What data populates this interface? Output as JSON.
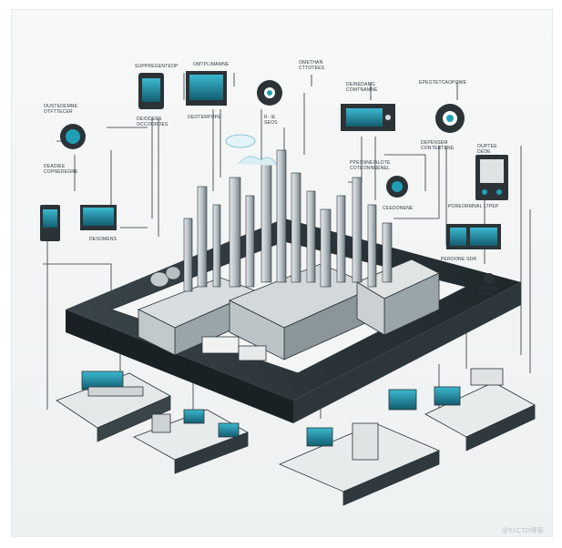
{
  "colors": {
    "ink": "#2b3337",
    "platform": "#2c363b",
    "accent": "#1f9fb6",
    "screen": "#1c6f86",
    "background": "#f3f5f6"
  },
  "labels": {
    "top_1": "SUPPREGENTEOP",
    "top_2": "OMTPLIMAMNE",
    "top_3": "OMETHAN\nCTTOTEES",
    "top_4": "DEINEDAMG\nCOMTNAMNE",
    "top_5": "EPEOTETCAOPOWE",
    "left_1": "OUSTEDEMNE\nOTFTTECER",
    "left_2": "DEADIEE\nCOPNEDEGRE",
    "left_3": "DESOMENS",
    "sub_1": "DEIODERS\nOCCOORDES",
    "sub_2": "DEOTERPOPE",
    "sub_3": "R· IE\nSEOS",
    "mid_1": "PPECNNEIALOTE\nCOTEONNNENEL",
    "mid_2": "CEEDONENE",
    "right_1": "DEPENSEM\nCONTERTENE",
    "right_2": "OUPTEE\nDEDE",
    "right_3": "POREORMNAL LTPEP",
    "right_4": "PEROONE SDR",
    "right_5": "PEOBNE\nEOCE"
  },
  "icons": [
    "gauge-icon",
    "tablet-icon",
    "monitor-icon",
    "gear-icon",
    "oscilloscope-icon",
    "gear-icon",
    "control-panel-icon",
    "cloud-icon",
    "keyboard-icon",
    "computer-icon"
  ],
  "watermark": "@51CTO博客"
}
